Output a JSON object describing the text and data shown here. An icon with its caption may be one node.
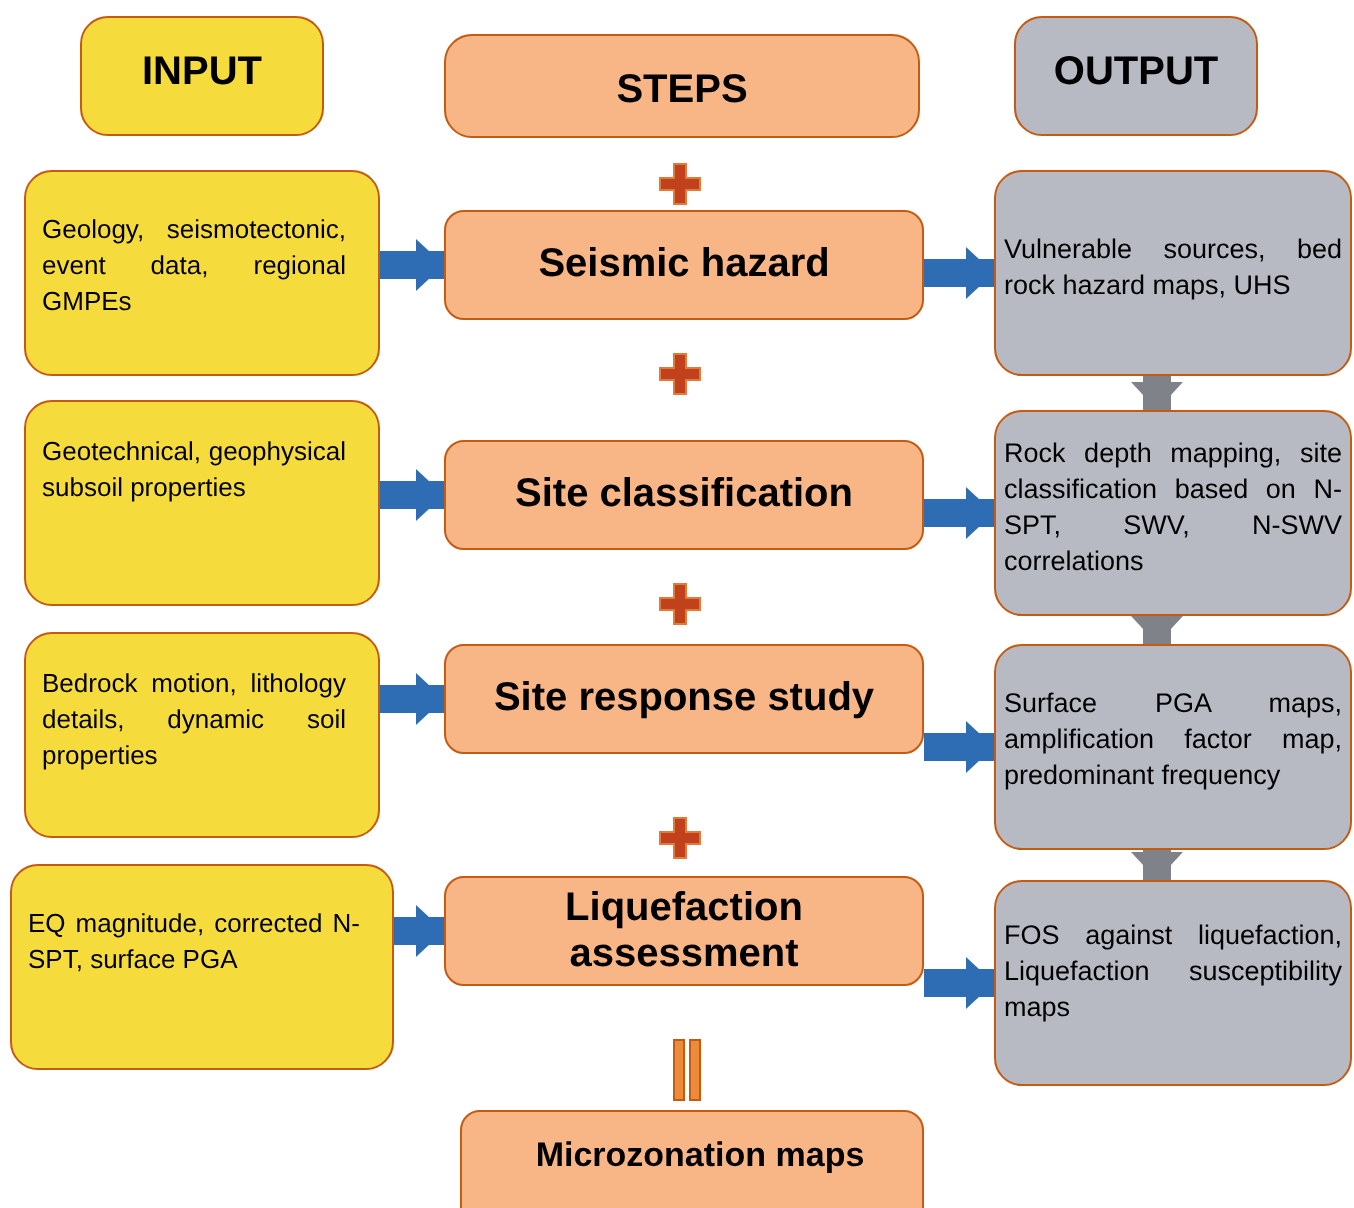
{
  "diagram": {
    "nodes": [
      {
        "text": [
          "INPUT"
        ]
      },
      {
        "text": [
          "STEPS"
        ]
      },
      {
        "text": [
          "OUTPUT"
        ]
      },
      {
        "text": [
          "Geology, seismotectonic, event data, regional GMPEs"
        ]
      },
      {
        "text": [
          "Seismic hazard"
        ]
      },
      {
        "text": [
          "Vulnerable sources, bed rock hazard maps, UHS"
        ]
      },
      {
        "text": [
          "Geotechnical, geophysical subsoil properties"
        ]
      },
      {
        "text": [
          "Site classification"
        ]
      },
      {
        "text": [
          "Rock depth mapping, site classification based on N-SPT, SWV, N-SWV correlations"
        ]
      },
      {
        "text": [
          "Bedrock motion, lithology details, dynamic soil properties"
        ]
      },
      {
        "text": [
          "Site response study"
        ]
      },
      {
        "text": [
          "Surface PGA maps, amplification factor map, predominant frequency"
        ]
      },
      {
        "text": [
          "EQ magnitude, corrected N-SPT, surface PGA"
        ]
      },
      {
        "text": [
          "Liquefaction assessment"
        ]
      },
      {
        "text": [
          "FOS against liquefaction, Liquefaction susceptibility maps"
        ]
      },
      {
        "text": [
          "Microzonation maps"
        ]
      }
    ],
    "edges": [
      {
        "from": 3,
        "to": 4,
        "arrow": "to"
      },
      {
        "from": 4,
        "to": 5,
        "arrow": "to"
      },
      {
        "from": 6,
        "to": 7,
        "arrow": "to"
      },
      {
        "from": 7,
        "to": 8,
        "arrow": "to"
      },
      {
        "from": 9,
        "to": 10,
        "arrow": "to"
      },
      {
        "from": 10,
        "to": 11,
        "arrow": "to"
      },
      {
        "from": 12,
        "to": 13,
        "arrow": "to"
      },
      {
        "from": 13,
        "to": 14,
        "arrow": "to"
      },
      {
        "from": 5,
        "to": 8,
        "arrow": "to",
        "color": "#7f8289"
      },
      {
        "from": 8,
        "to": 11,
        "arrow": "to",
        "color": "#7f8289"
      },
      {
        "from": 11,
        "to": 14,
        "arrow": "to",
        "color": "#7f8289"
      }
    ]
  }
}
